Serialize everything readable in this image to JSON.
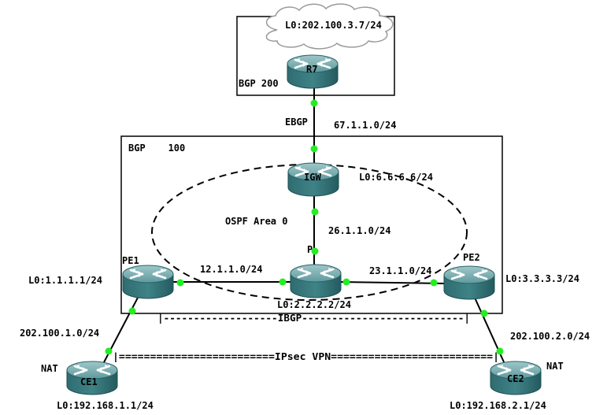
{
  "bgp200": {
    "label": "BGP 200"
  },
  "bgp100": {
    "label": "BGP    100"
  },
  "cloud": {
    "label": "L0:202.100.3.7/24"
  },
  "ebgp_label": "EBGP",
  "ospf_label": "OSPF Area 0",
  "routers": {
    "r7": {
      "name": "R7"
    },
    "igw": {
      "name": "IGW",
      "loopback": "L0:6.6.6.6/24"
    },
    "p": {
      "name": "P",
      "loopback": "L0:2.2.2.2/24"
    },
    "pe1": {
      "name": "PE1",
      "loopback": "L0:1.1.1.1/24"
    },
    "pe2": {
      "name": "PE2",
      "loopback": "L0:3.3.3.3/24"
    },
    "ce1": {
      "name": "CE1",
      "loopback": "L0:192.168.1.1/24",
      "tag": "NAT"
    },
    "ce2": {
      "name": "CE2",
      "loopback": "L0:192.168.2.1/24",
      "tag": "NAT"
    }
  },
  "networks": {
    "r7_igw": "67.1.1.0/24",
    "igw_p": "26.1.1.0/24",
    "pe1_p": "12.1.1.0/24",
    "p_pe2": "23.1.1.0/24",
    "pe1_ce1": "202.100.1.0/24",
    "pe2_ce2": "202.100.2.0/24"
  },
  "ibgp_label": "|-------------------IBGP---------------------------|",
  "ipsec_label": "|=========================IPsec VPN==========================|"
}
